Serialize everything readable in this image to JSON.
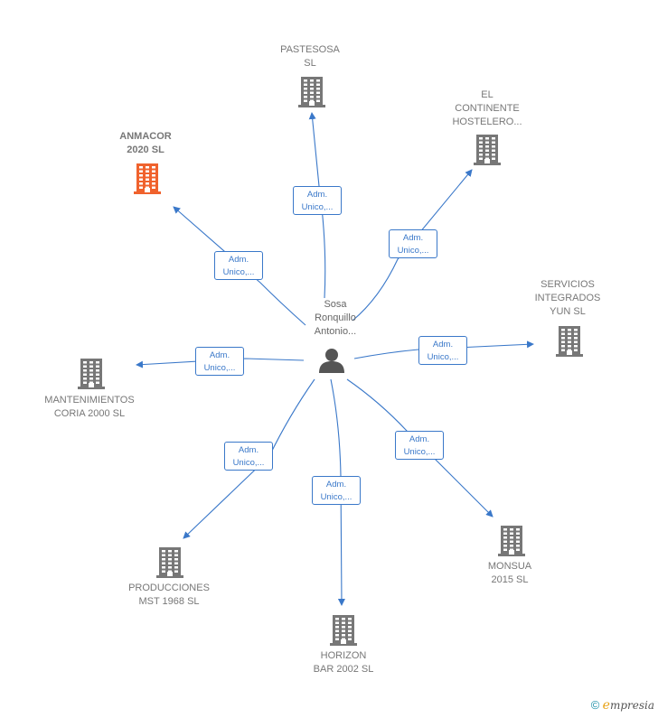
{
  "center": {
    "name_lines": "Sosa\nRonquillo\nAntonio..."
  },
  "colors": {
    "edge": "#3a78c9",
    "building": "#777777",
    "building_highlight": "#f0622d",
    "person": "#555555"
  },
  "nodes": [
    {
      "id": "pastesosa",
      "label": "PASTESOSA\nSL",
      "edge_label": "Adm.\nUnico,...",
      "highlight": false,
      "icon": "building-icon"
    },
    {
      "id": "el-continente",
      "label": "EL\nCONTINENTE\nHOSTELERO...",
      "edge_label": "Adm.\nUnico,...",
      "highlight": false,
      "icon": "building-icon"
    },
    {
      "id": "anmacor",
      "label": "ANMACOR\n2020  SL",
      "edge_label": "Adm.\nUnico,...",
      "highlight": true,
      "icon": "building-icon"
    },
    {
      "id": "servicios-integrados",
      "label": "SERVICIOS\nINTEGRADOS\nYUN  SL",
      "edge_label": "Adm.\nUnico,...",
      "highlight": false,
      "icon": "building-icon"
    },
    {
      "id": "mantenimientos",
      "label": "MANTENIMIENTOS\nCORIA 2000  SL",
      "edge_label": "Adm.\nUnico,...",
      "highlight": false,
      "icon": "building-icon"
    },
    {
      "id": "producciones",
      "label": "PRODUCCIONES\nMST 1968  SL",
      "edge_label": "Adm.\nUnico,...",
      "highlight": false,
      "icon": "building-icon"
    },
    {
      "id": "horizon",
      "label": "HORIZON\nBAR 2002  SL",
      "edge_label": "Adm.\nUnico,...",
      "highlight": false,
      "icon": "building-icon"
    },
    {
      "id": "monsua",
      "label": "MONSUA\n2015  SL",
      "edge_label": "Adm.\nUnico,...",
      "highlight": false,
      "icon": "building-icon"
    }
  ],
  "footer": {
    "copyright": "©",
    "brand_e": "e",
    "brand_rest": "mpresia"
  }
}
